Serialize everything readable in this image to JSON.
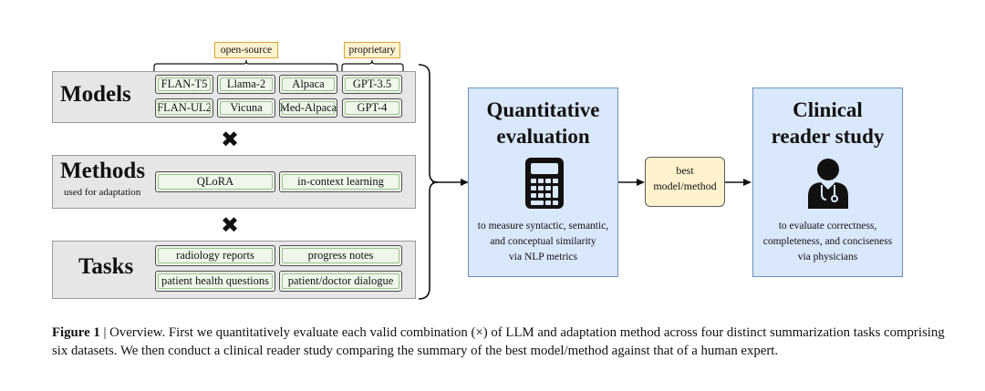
{
  "groups": {
    "open_source": "open-source",
    "proprietary": "proprietary"
  },
  "models": {
    "title": "Models",
    "items": [
      "FLAN-T5",
      "Llama-2",
      "Alpaca",
      "GPT-3.5",
      "FLAN-UL2",
      "Vicuna",
      "Med-Alpaca",
      "GPT-4"
    ]
  },
  "methods": {
    "title": "Methods",
    "subtitle": "used for adaptation",
    "items": [
      "QLoRA",
      "in-context learning"
    ]
  },
  "tasks": {
    "title": "Tasks",
    "items": [
      "radiology reports",
      "progress notes",
      "patient health questions",
      "patient/doctor dialogue"
    ]
  },
  "combine_symbol": "✖",
  "quantitative": {
    "title_line1": "Quantitative",
    "title_line2": "evaluation",
    "icon": "calculator-icon",
    "desc_line1": "to measure syntactic, semantic,",
    "desc_line2": "and conceptual similarity",
    "desc_line3": "via NLP metrics"
  },
  "best": {
    "line1": "best",
    "line2": "model/method"
  },
  "clinical": {
    "title_line1": "Clinical",
    "title_line2": "reader study",
    "icon": "physician-icon",
    "desc_line1": "to evaluate correctness,",
    "desc_line2": "completeness, and conciseness",
    "desc_line3": "via physicians"
  },
  "caption": {
    "label": "Figure 1",
    "text": " | Overview. First we quantitatively evaluate each valid combination (×) of LLM and adaptation method across four distinct summarization tasks comprising six datasets. We then conduct a clinical reader study comparing the summary of the best model/method against that of a human expert."
  },
  "colors": {
    "panel_bg": "#e6e6e6",
    "pill_bg": "#eef7ea",
    "tag_bg": "#fff3cf",
    "tag_border": "#d9a630",
    "stage_bg": "#dae8fc",
    "stage_border": "#6c8ebf",
    "best_bg": "#fff2cc"
  }
}
